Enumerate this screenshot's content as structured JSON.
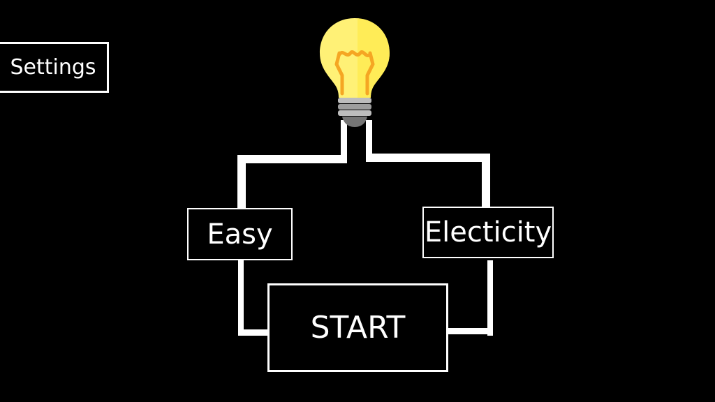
{
  "menu": {
    "settings_label": "Settings",
    "easy_label": "Easy",
    "electricity_label": "Electicity",
    "start_label": "START"
  },
  "icons": {
    "bulb": "light-bulb-icon"
  },
  "colors": {
    "background": "#000000",
    "wire": "#ffffff",
    "bulb_glass": "#fff176",
    "bulb_filament": "#f5a623",
    "bulb_base": "#9e9e9e"
  }
}
